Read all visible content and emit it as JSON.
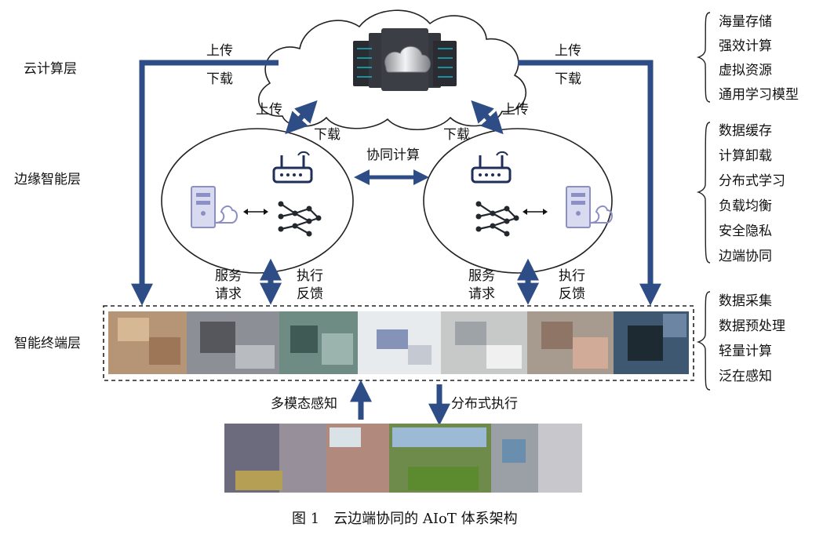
{
  "layers": {
    "cloud": "云计算层",
    "edge": "边缘智能层",
    "terminal": "智能终端层"
  },
  "arrows": {
    "upload": "上传",
    "download": "下载",
    "cooperative_compute": "协同计算",
    "service_request": [
      "服务",
      "请求"
    ],
    "exec_feedback": [
      "执行",
      "反馈"
    ],
    "multimodal_sensing": "多模态感知",
    "distributed_exec": "分布式执行"
  },
  "features": {
    "cloud": [
      "海量存储",
      "强效计算",
      "虚拟资源",
      "通用学习模型"
    ],
    "edge": [
      "数据缓存",
      "计算卸载",
      "分布式学习",
      "负载均衡",
      "安全隐私",
      "边端协同"
    ],
    "terminal": [
      "数据采集",
      "数据预处理",
      "轻量计算",
      "泛在感知"
    ]
  },
  "caption": "图 1　云边端协同的 AIoT 体系架构",
  "colors": {
    "arrow": "#2e4d86",
    "icon": "#23272e",
    "server": "#8b8fc6"
  },
  "icons": [
    "cloud-servers-icon",
    "router-icon",
    "neural-network-icon",
    "server-cloud-icon"
  ]
}
